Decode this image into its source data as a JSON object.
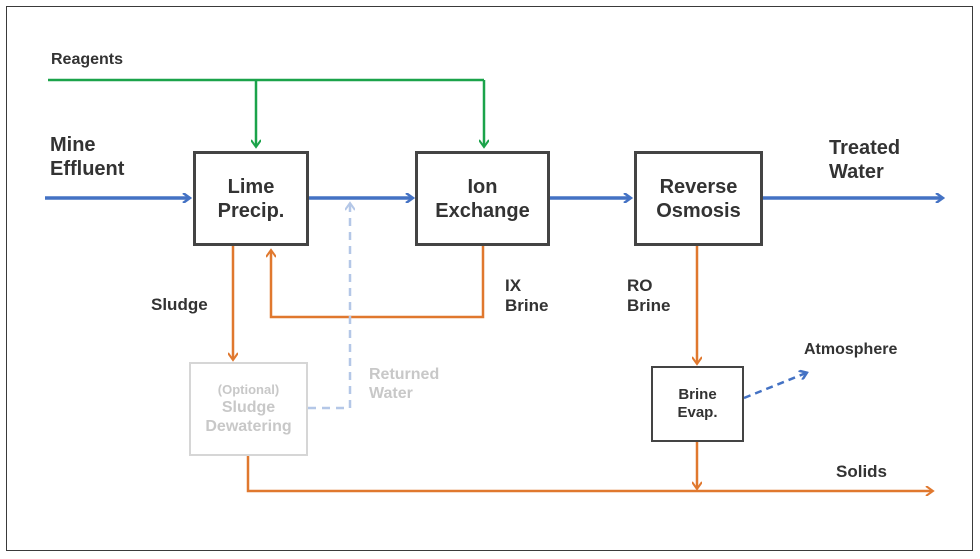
{
  "colors": {
    "main_flow": "#4472c4",
    "reagent_flow": "#1ba34a",
    "waste_flow": "#e0782e",
    "optional_flow": "#b4c7e7",
    "optional_stroke": "#d6d6d6",
    "box_border": "#444444",
    "text": "#333333"
  },
  "labels": {
    "reagents": "Reagents",
    "mine_effluent": [
      "Mine",
      "Effluent"
    ],
    "treated_water": [
      "Treated",
      "Water"
    ],
    "sludge": "Sludge",
    "ix_brine": [
      "IX",
      "Brine"
    ],
    "ro_brine": [
      "RO",
      "Brine"
    ],
    "returned_water": [
      "Returned",
      "Water"
    ],
    "atmosphere": "Atmosphere",
    "solids": "Solids"
  },
  "boxes": {
    "lime_precip": [
      "Lime",
      "Precip."
    ],
    "ion_exchange": [
      "Ion",
      "Exchange"
    ],
    "reverse_osmosis": [
      "Reverse",
      "Osmosis"
    ],
    "brine_evap": [
      "Brine",
      "Evap."
    ],
    "sludge_dewatering": {
      "note": "(Optional)",
      "lines": [
        "Sludge",
        "Dewatering"
      ]
    }
  }
}
